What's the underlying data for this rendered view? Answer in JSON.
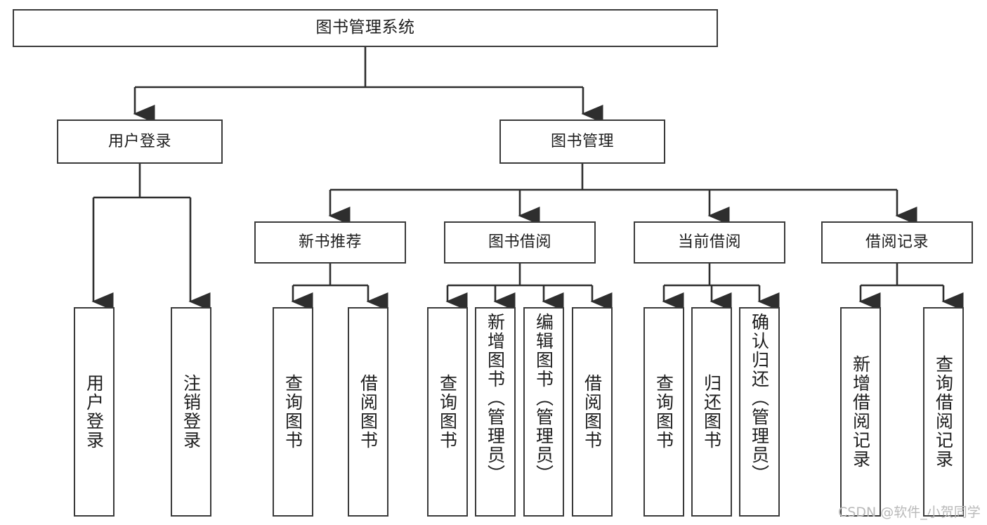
{
  "diagram": {
    "title": "图书管理系统",
    "type": "tree",
    "orientation": "top-down",
    "colors": {
      "box_border": "#3a3a3a",
      "box_fill": "#ffffff",
      "connector": "#2e2e2e",
      "text": "#1d1d1d",
      "watermark": "#b9b9b9",
      "background": "#ffffff"
    },
    "watermark": "CSDN @软件_小贺同学",
    "nodes": {
      "root": {
        "label": "图书管理系统"
      },
      "level2": [
        {
          "label": "用户登录"
        },
        {
          "label": "图书管理"
        }
      ],
      "level3": [
        {
          "label": "新书推荐"
        },
        {
          "label": "图书借阅"
        },
        {
          "label": "当前借阅"
        },
        {
          "label": "借阅记录"
        }
      ],
      "leaves": {
        "user_login": [
          {
            "label": "用户登录"
          },
          {
            "label": "注销登录"
          }
        ],
        "new_book_recommend": [
          {
            "label": "查询图书"
          },
          {
            "label": "借阅图书"
          }
        ],
        "book_borrow": [
          {
            "label": "查询图书"
          },
          {
            "label": "新增图书（管理员）"
          },
          {
            "label": "编辑图书（管理员）"
          },
          {
            "label": "借阅图书"
          }
        ],
        "current_borrow": [
          {
            "label": "查询图书"
          },
          {
            "label": "归还图书"
          },
          {
            "label": "确认归还（管理员）"
          }
        ],
        "borrow_record": [
          {
            "label": "新增借阅记录"
          },
          {
            "label": "查询借阅记录"
          }
        ]
      }
    }
  }
}
